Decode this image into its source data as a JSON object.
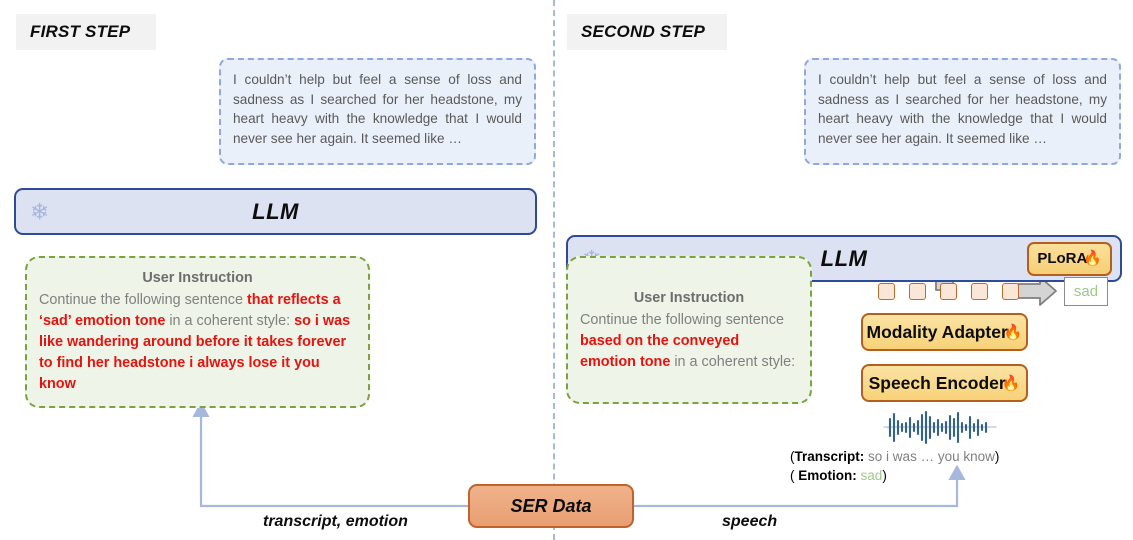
{
  "steps": {
    "first": {
      "label": "FIRST STEP"
    },
    "second": {
      "label": "SECOND STEP"
    }
  },
  "left": {
    "output": {
      "text": "I couldn’t help but feel a sense of loss and sadness as I searched for her headstone, my heart heavy with the knowledge that I would never see her again. It seemed like …"
    },
    "llm": {
      "title": "LLM",
      "frozen_icon": "snowflake-icon"
    },
    "instruction": {
      "title": "User Instruction",
      "seg1": "Continue the following sentence ",
      "seg2_hl": "that reflects a ‘sad’ emotion tone",
      "seg3": " in a coherent style: ",
      "seg4_hl": "so i was like wandering around before it takes forever to find her headstone i always lose it you know"
    }
  },
  "right": {
    "output": {
      "text": "I couldn’t help but feel a sense of loss and sadness as I searched for her headstone, my heart heavy with the knowledge that I would never see her again. It seemed like …"
    },
    "llm": {
      "title": "LLM",
      "frozen_icon": "snowflake-icon",
      "adapter_badge": "PLoRA",
      "badge_icon": "flame-icon"
    },
    "instruction": {
      "title": "User Instruction",
      "seg1": "Continue the following sentence ",
      "seg2_hl": "based on the conveyed emotion tone",
      "seg3": " in a coherent style:"
    },
    "pipeline": {
      "modality_adapter": "Modality Adapter",
      "speech_encoder": "Speech Encoder",
      "trainable_icon": "flame-icon",
      "token_count": 5,
      "predicted_label": "sad",
      "waveform_icon": "audio-waveform-icon"
    },
    "caption": {
      "transcript_key": "Transcript:",
      "transcript_value": "so i was … you know",
      "emotion_key": "Emotion:",
      "emotion_value": "sad",
      "open_paren": "(",
      "close_paren": ")"
    }
  },
  "bottom": {
    "ser_data": "SER Data",
    "left_flow_label": "transcript, emotion",
    "right_flow_label": "speech"
  },
  "colors": {
    "llm_fill": "#dde2f2",
    "llm_border": "#2e4b9b",
    "instruction_fill": "#eef4e7",
    "instruction_border": "#7ba23f",
    "highlight_red": "#e8120f",
    "module_border": "#b45f1d",
    "module_fill": "#f7d279",
    "ser_fill": "#e89f72",
    "connector_blue": "#a7b8dd",
    "sad_green": "#9fc88a"
  }
}
